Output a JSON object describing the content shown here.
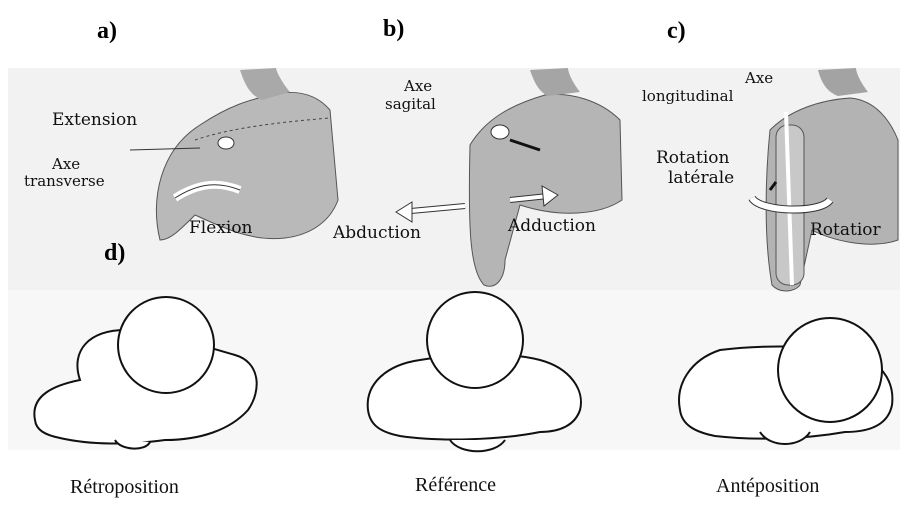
{
  "panels": {
    "a": "a)",
    "b": "b)",
    "c": "c)",
    "d": "d)"
  },
  "panel_a": {
    "extension": "Extension",
    "axis_line1": "Axe",
    "axis_line2": "transverse",
    "flexion": "Flexion"
  },
  "panel_b": {
    "axis_line1": "Axe",
    "axis_line2": "sagital",
    "abduction": "Abduction",
    "adduction": "Adduction"
  },
  "panel_c": {
    "axis_line1": "Axe",
    "axis_line2": "longitudinal",
    "rot_line1": "Rotation",
    "rot_line2": "latérale",
    "rotation": "Rotatior"
  },
  "panel_d": {
    "caption_left": "Rétroposition",
    "caption_mid": "Référence",
    "caption_right": "Antéposition"
  }
}
